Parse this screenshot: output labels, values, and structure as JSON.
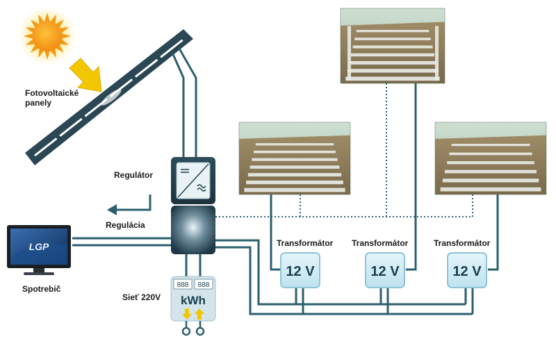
{
  "labels": {
    "pv_line1": "Fotovoltaické",
    "pv_line2": "panely",
    "regulator": "Regulátor",
    "regulacia": "Regulácia",
    "spotrebic": "Spotrebič",
    "siet": "Sieť 220V"
  },
  "transformers": [
    {
      "label": "Transformátor",
      "voltage": "12 V"
    },
    {
      "label": "Transformátor",
      "voltage": "12 V"
    },
    {
      "label": "Transformátor",
      "voltage": "12 V"
    }
  ],
  "meter": {
    "display_left": "888",
    "display_right": "888",
    "unit": "kWh"
  },
  "monitor_logo": "LGP",
  "colors": {
    "line": "#2b5f6d",
    "sun": "#f7a21b",
    "arrow": "#f2c700",
    "transformer_bg": "#d6eef7",
    "transformer_text": "#17414d",
    "panel": "#223e4c"
  }
}
